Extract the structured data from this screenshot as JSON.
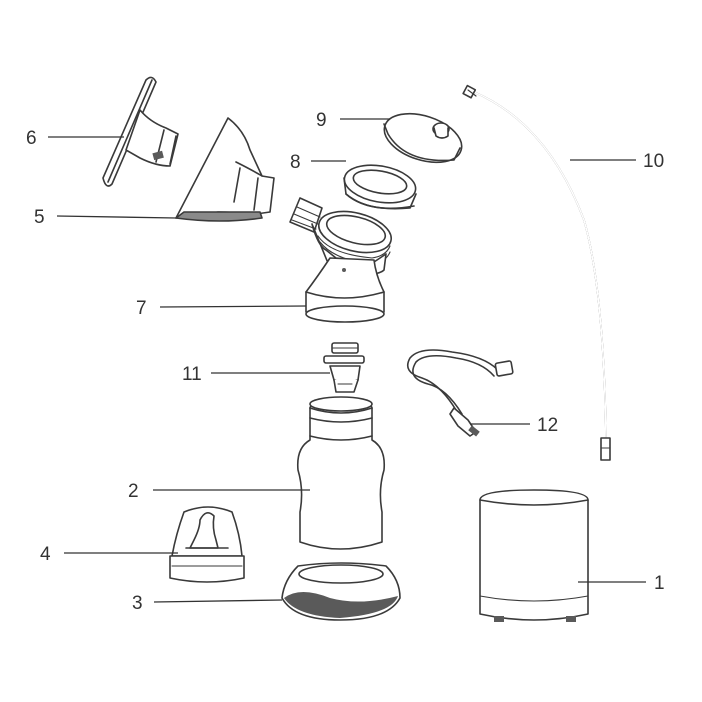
{
  "labels": {
    "l1": "1",
    "l2": "2",
    "l3": "3",
    "l4": "4",
    "l5": "5",
    "l6": "6",
    "l7": "7",
    "l8": "8",
    "l9": "9",
    "l10": "10",
    "l11": "11",
    "l12": "12"
  },
  "colors": {
    "line": "#3a3a3a",
    "dark_fill": "#5a5a5a",
    "background": "#ffffff"
  }
}
